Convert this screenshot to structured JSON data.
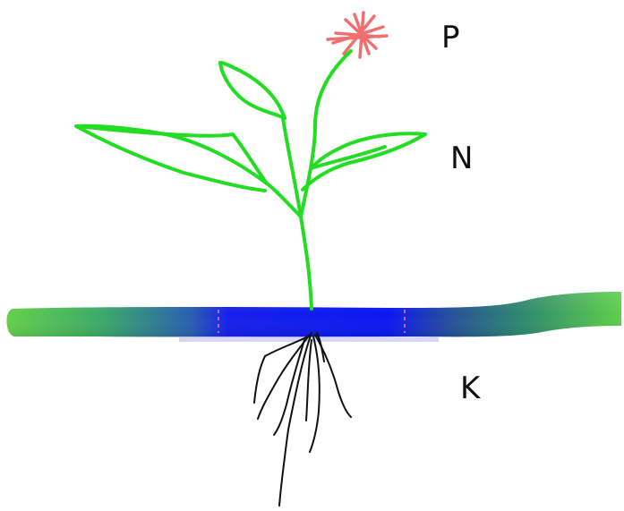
{
  "labels": {
    "flower_zone": "P",
    "stem_leaf_zone": "N",
    "root_zone": "K"
  },
  "colors": {
    "plant_green": "#22dd22",
    "flower_red": "#f07070",
    "ground_blue": "#0a1ef0",
    "ground_green": "#5ecf4a",
    "ground_teal": "#2b7f78",
    "root_black": "#111111",
    "marker_purple": "#c060e0"
  },
  "icons": {
    "flower": "flower-icon",
    "plant": "plant-icon",
    "roots": "roots-icon",
    "ground": "ground-band"
  }
}
